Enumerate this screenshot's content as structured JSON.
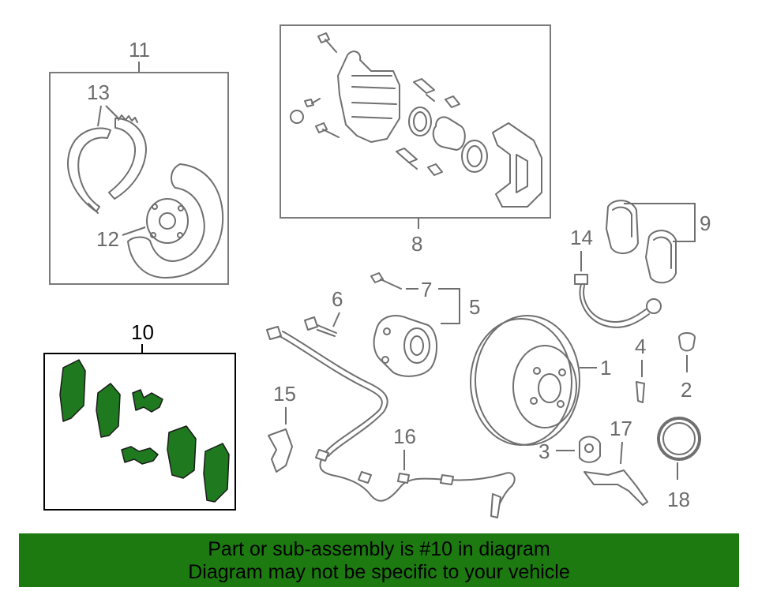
{
  "callouts": {
    "c1": "1",
    "c2": "2",
    "c3": "3",
    "c4": "4",
    "c5": "5",
    "c6": "6",
    "c7": "7",
    "c8": "8",
    "c9": "9",
    "c10": "10",
    "c11": "11",
    "c12": "12",
    "c13": "13",
    "c14": "14",
    "c15": "15",
    "c16": "16",
    "c17": "17",
    "c18": "18"
  },
  "banner": {
    "line1": "Part or sub-assembly is #10 in diagram",
    "line2": "Diagram may not be specific to your vehicle"
  },
  "colors": {
    "highlight_part": "#1f7a1f",
    "banner_background": "#1c7a11",
    "line_art": "#6f6f6f"
  }
}
